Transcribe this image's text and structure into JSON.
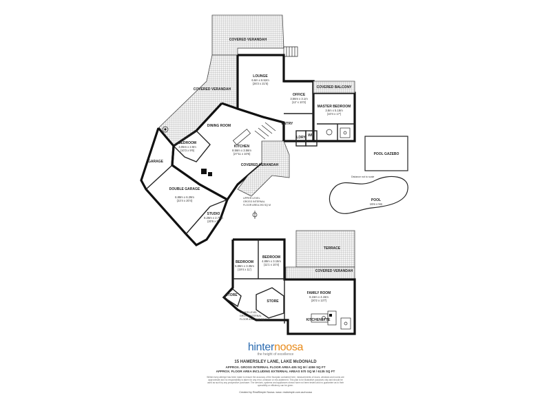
{
  "rooms": {
    "covered_verandah_top": "COVERED VERANDAH",
    "lounge": {
      "name": "LOUNGE",
      "dim1": "6.6m x 6.52m",
      "dim2": "(26'3 x 21'5)"
    },
    "covered_balcony": "COVERED BALCONY",
    "office": {
      "name": "OFFICE",
      "dim1": "3.56m x 3.1m",
      "dim2": "(12' x 10'2)"
    },
    "master_bedroom": {
      "name": "MASTER BEDROOM",
      "dim1": "3.8m x 5.18m",
      "dim2": "(10'4 x 17')"
    },
    "covered_verandah_left": "COVERED VERANDAH",
    "dining_room": "DINING ROOM",
    "entry": "ENTRY",
    "lndry": "LDRY",
    "wir": "WIR",
    "bedroom_upper": {
      "name": "BEDROOM",
      "dim1": "4.05m x 2.9m",
      "dim2": "(10'3 x 9'6)"
    },
    "kitchen": {
      "name": "KITCHEN",
      "dim1": "8.56m x 3.56m",
      "dim2": "(27'11 x 10'6)"
    },
    "garage": "GARAGE",
    "covered_verandah_mid": "COVERED VERANDAH",
    "double_garage": {
      "name": "DOUBLE GARAGE",
      "dim1": "6.88m x 6.29m",
      "dim2": "(22'4 x 20'4)"
    },
    "studio": {
      "name": "STUDIO",
      "dim1": "6.26m x 2.78m",
      "dim2": "(20'6 x 9')"
    },
    "upper_level": {
      "line1": "UPPER LEVEL",
      "line2": "GROSS INTERNAL",
      "line3": "FLOOR AREA 293 SQ M"
    },
    "pool_gazebo": "POOL GAZEBO",
    "distance_note": "Distance not to scale",
    "pool": {
      "name": "POOL",
      "dim1": "10m x 5m"
    },
    "terrace": "TERRACE",
    "bedroom_lower_a": {
      "name": "BEDROOM",
      "dim1": "5.88m x 3.35m",
      "dim2": "(19'4 x 11')"
    },
    "bedroom_lower_b": {
      "name": "BEDROOM",
      "dim1": "4.88m x 3.15m",
      "dim2": "(11'1 x 10'4)"
    },
    "covered_verandah_lower": "COVERED VERANDAH",
    "store_a": "STORE",
    "store_b": "STORE",
    "family_room": {
      "name": "FAMILY ROOM",
      "dim1": "6.15m x 4.15m",
      "dim2": "(20'2 x 13'7)"
    },
    "kitchenette": "KITCHENETTE",
    "lower_level": {
      "line1": "LOWER LEVEL",
      "line2": "GROSS INTERNAL",
      "line3": "FLOOR AREA 112 SQ M"
    }
  },
  "branding": {
    "logo_part1": "hinter",
    "logo_part2": "noosa",
    "tagline": "the height of excellence"
  },
  "footer": {
    "address": "15 HAMERSLEY LANE, LAKE McDONALD",
    "area_internal": "APPROX. GROSS INTERNAL FLOOR AREA 405 SQ M / 4359 SQ FT",
    "area_external": "APPROX. FLOOR AREA INCLUDING EXTERNAL AREAS 570 SQ M / 6135 SQ FT",
    "disclaimer1": "Whilst every attempt has been made to ensure the accuracy of the floorplan contained here, measurements of doors, windows and rooms are",
    "disclaimer2": "approximate and no responsibility is taken for any error, omission or mis-statement. This plan is for illustrative purposes only and should be",
    "disclaimer3": "used as such by any prospective purchaser. The services, systems and appliances shown have not been tested and no guarantee as to their",
    "disclaimer4": "operability or efficiency can be given.",
    "credit": "Created by RealSimple Noosa. www. realsimple.com.au/noosa"
  },
  "colors": {
    "wall": "#111111",
    "hatch": "#555555",
    "logo_blue": "#2b6bb0",
    "logo_orange": "#e88a1a"
  }
}
